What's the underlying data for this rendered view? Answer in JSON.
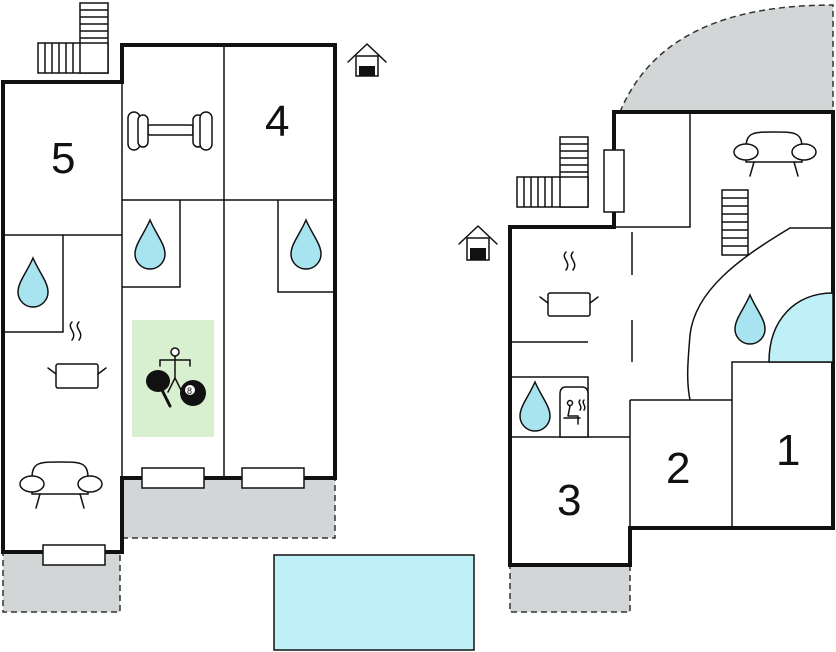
{
  "rooms": {
    "r1": "1",
    "r2": "2",
    "r3": "3",
    "r4": "4",
    "r5": "5"
  },
  "icons": {
    "water": "water-drop-icon",
    "kitchen": "cooking-pot-icon",
    "living": "sofa-icon",
    "gym": "dumbbell-icon",
    "games": "table-tennis-foosball-billiards-icon",
    "sauna": "sauna-icon",
    "entrance": "house-entrance-icon",
    "stairs": "stairs-icon"
  },
  "games_ball_number": "8",
  "colors": {
    "wall": "#111111",
    "terrace": "#d2d6d6",
    "pool": "#bff0f8",
    "water": "#a8e4f0",
    "game_room": "#d8f0d0"
  }
}
